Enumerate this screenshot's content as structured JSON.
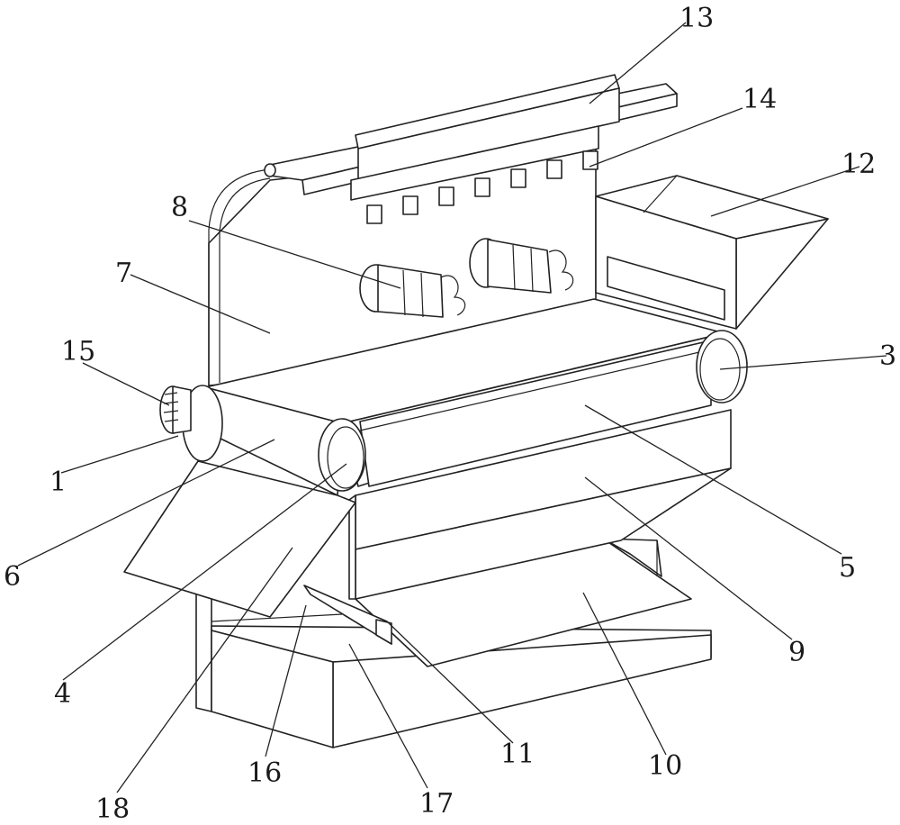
{
  "figure": {
    "callouts": [
      {
        "id": "c1",
        "text": "1"
      },
      {
        "id": "c3",
        "text": "3"
      },
      {
        "id": "c4",
        "text": "4"
      },
      {
        "id": "c5",
        "text": "5"
      },
      {
        "id": "c6",
        "text": "6"
      },
      {
        "id": "c7",
        "text": "7"
      },
      {
        "id": "c8",
        "text": "8"
      },
      {
        "id": "c9",
        "text": "9"
      },
      {
        "id": "c10",
        "text": "10"
      },
      {
        "id": "c11",
        "text": "11"
      },
      {
        "id": "c12",
        "text": "12"
      },
      {
        "id": "c13",
        "text": "13"
      },
      {
        "id": "c14",
        "text": "14"
      },
      {
        "id": "c15",
        "text": "15"
      },
      {
        "id": "c16",
        "text": "16"
      },
      {
        "id": "c17",
        "text": "17"
      },
      {
        "id": "c18",
        "text": "18"
      }
    ]
  }
}
